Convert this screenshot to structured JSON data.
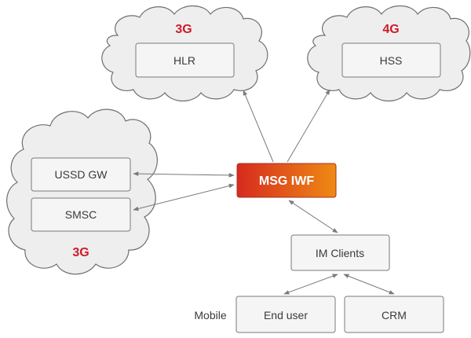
{
  "clouds": {
    "top_left": {
      "tag": "3G",
      "node": "HLR"
    },
    "top_right": {
      "tag": "4G",
      "node": "HSS"
    },
    "left": {
      "tag": "3G",
      "nodes": [
        "USSD GW",
        "SMSC"
      ]
    }
  },
  "hub": {
    "label": "MSG IWF",
    "gradient_start": "#d62a1f",
    "gradient_end": "#ee8a14"
  },
  "im_clients": {
    "label": "IM Clients"
  },
  "bottom": {
    "mobile_label": "Mobile",
    "end_user": "End user",
    "crm": "CRM"
  },
  "colors": {
    "tag_red": "#d01a2a",
    "cloud_fill": "#eeeeee",
    "box_fill": "#f5f5f5",
    "line": "#7a7a7a"
  }
}
